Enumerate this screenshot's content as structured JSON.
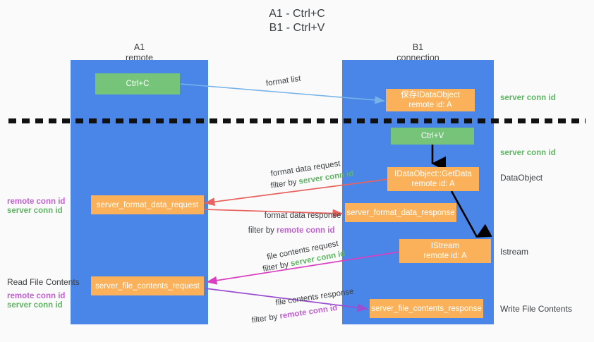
{
  "title": {
    "line1": "A1 - Ctrl+C",
    "line2": "B1 - Ctrl+V"
  },
  "columns": [
    {
      "name": "A1",
      "sub": "remote"
    },
    {
      "name": "B1",
      "sub": "connection"
    }
  ],
  "boxes": {
    "ctrl_c": "Ctrl+C",
    "ctrl_v": "Ctrl+V",
    "save_dataobject_line1": "保存IDataObject",
    "save_dataobject_line2": "remote id: A",
    "getdata_line1": "IDataObject::GetData",
    "getdata_line2": "remote id: A",
    "istream_line1": "IStream",
    "istream_line2": "remote id: A",
    "server_format_data_request": "server_format_data_request",
    "server_format_data_response": "server_format_data_response",
    "server_file_contents_request": "server_file_contents_request",
    "server_file_contents_response": "server_file_contents_response"
  },
  "edge_labels": {
    "format_list": "format list",
    "format_data_request": "format data request",
    "format_data_request_filter_prefix": "filter by ",
    "format_data_request_filter_key": "server conn id",
    "format_data_response": "format data response",
    "format_data_response_filter_prefix": "filter by ",
    "format_data_response_filter_key": "remote conn id",
    "file_contents_request": "file contents request",
    "file_contents_request_filter_prefix": "filter by ",
    "file_contents_request_filter_key": "server conn id",
    "file_contents_response": "file contents response",
    "file_contents_response_filter_prefix": "filter by ",
    "file_contents_response_filter_key": "remote conn id"
  },
  "right_labels": {
    "server_conn_id_top": "server conn id",
    "server_conn_id_second": "server conn id",
    "dataobject": "DataObject",
    "istream": "Istream",
    "write_file_contents": "Write File Contents"
  },
  "left_labels": {
    "remote_conn_id_mid": "remote conn id",
    "server_conn_id_mid": "server conn id",
    "read_file_contents": "Read File Contents",
    "remote_conn_id_bottom": "remote conn id",
    "server_conn_id_bottom": "server conn id"
  },
  "colors": {
    "lane": "#4a86e8",
    "green_box": "#76c479",
    "orange_box": "#fbb15a",
    "green_text": "#5fb563",
    "purple_text": "#c060d0",
    "arrow_blue": "#76b3e8",
    "arrow_red": "#e8635f",
    "arrow_magenta": "#d940c0",
    "arrow_purple": "#9b4fd0",
    "arrow_black": "#000000",
    "divider": "#111111",
    "background": "#fafafa"
  }
}
